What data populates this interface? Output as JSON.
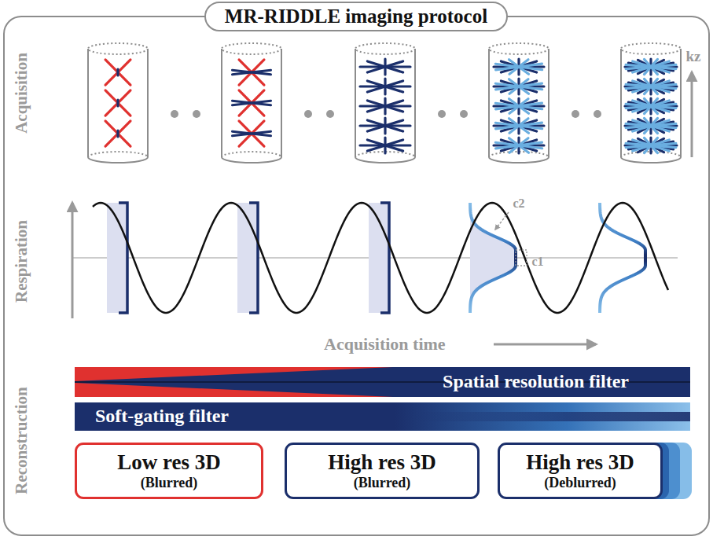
{
  "diagram": {
    "title": "MR-RIDDLE imaging protocol",
    "nodes": [
      {
        "text": [
          "Spatial resolution filter"
        ]
      },
      {
        "text": [
          "Soft-gating filter"
        ]
      },
      {
        "text": [
          "Low res 3D",
          "(Blurred)"
        ]
      },
      {
        "text": [
          "High res 3D",
          "(Blurred)"
        ]
      },
      {
        "text": [
          "High res 3D",
          "(Deblurred)"
        ]
      }
    ],
    "labels": [
      "Acquisition",
      "Respiration",
      "Reconstruction",
      "kz",
      "c2",
      "c1",
      "Acquisition time"
    ]
  }
}
